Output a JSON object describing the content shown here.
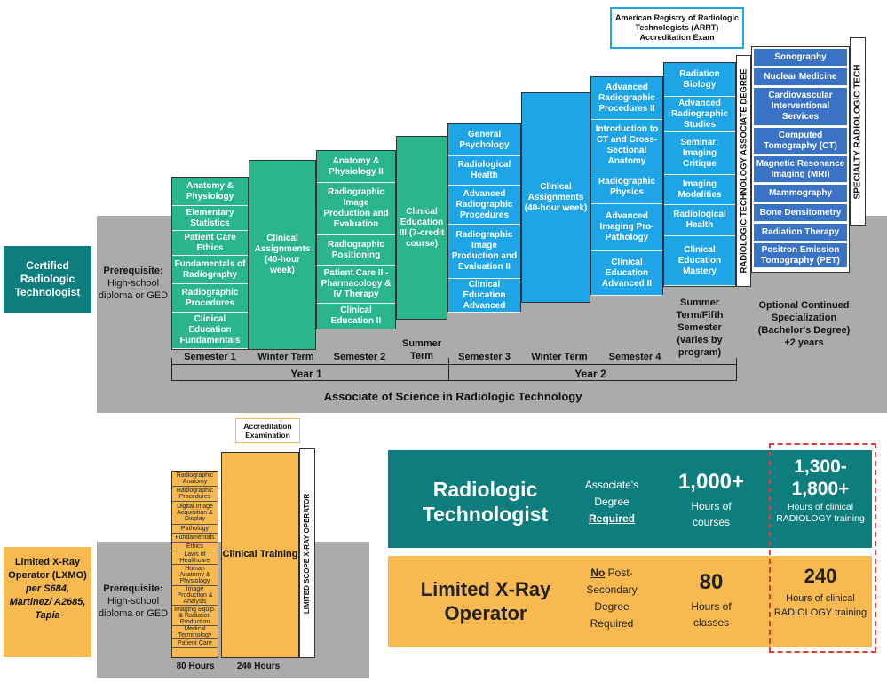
{
  "arrt": "American Registry of Radiologic Technologists (ARRT) Accreditation Exam",
  "crt_label": "Certified Radiologic Technologist",
  "prereq_label": "Prerequisite:",
  "prereq_text": "High-school diploma or GED",
  "sem1": [
    "Anatomy & Physiology",
    "Elementary Statistics",
    "Patient Care Ethics",
    "Fundamentals of Radiography",
    "Radiographic Procedures",
    "Clinical Education Fundamentals"
  ],
  "winter1": "Clinical Assignments (40-hour week)",
  "sem2": [
    "Anatomy & Physiology II",
    "Radiographic Image Production and Evaluation",
    "Radiographic Positioning",
    "Patient Care II - Pharmacology & IV Therapy",
    "Clinical Education II"
  ],
  "summer1": "Clinical Education III (7-credit course)",
  "sem3": [
    "General Psychology",
    "Radiological Health",
    "Advanced Radiographic Procedures",
    "Radiographic Image Production and Evaluation II",
    "Clinical Education Advanced"
  ],
  "winter2": "Clinical Assignments (40-hour week)",
  "sem4": [
    "Advanced Radiographic Procedures II",
    "Introduction to CT and Cross-Sectional Anatomy",
    "Radiographic Physics",
    "Advanced Imaging Pro-Pathology",
    "Clinical Education Advanced II"
  ],
  "summer2": [
    "Radiation Biology",
    "Advanced Radiographic Studies",
    "Seminar: Imaging Critique",
    "Imaging Modalities",
    "Radiological Health",
    "Clinical Education Mastery"
  ],
  "assoc_spine": "RADIOLOGIC TECHNOLOGY ASSOCIATE DEGREE",
  "special": [
    "Sonography",
    "Nuclear Medicine",
    "Cardiovascular Interventional Services",
    "Computed Tomography (CT)",
    "Magnetic Resonance Imaging (MRI)",
    "Mammography",
    "Bone Densitometry",
    "Radiation Therapy",
    "Positron Emission Tomography (PET)"
  ],
  "special_spine": "SPECIALTY RADIOLOGIC TECH",
  "terms": {
    "s1": "Semester 1",
    "w1": "Winter Term",
    "s2": "Semester 2",
    "su1": "Summer Term",
    "s3": "Semester 3",
    "w2": "Winter Term",
    "s4": "Semester 4",
    "su2": "Summer Term/Fifth Semester (varies by program)"
  },
  "year1": "Year 1",
  "year2": "Year 2",
  "assoc_label": "Associate of Science in Radiologic Technology",
  "optional": "Optional Continued Specialization (Bachelor's Degree) +2 years",
  "accred": "Accreditation Examination",
  "lxmo_label": "Limited X-Ray Operator (LXMO)",
  "lxmo_per": "per S684, Martinez/ A2685, Tapia",
  "lxmo_list": [
    "Radiographic Anatomy",
    "Radiographic Procedures",
    "Digital Image Acquisition & Display",
    "Pathology",
    "Fundamentals",
    "Ethics",
    "Laws of Healthcare",
    "Human Anatomy & Physiology",
    "Image Production & Analysis",
    "Imaging Equip. & Radiation Production",
    "Medical Terminology",
    "Patient Care"
  ],
  "clinical_training": "Clinical Training",
  "lxmo_spine": "LIMITED SCOPE X-RAY OPERATOR",
  "hours80": "80 Hours",
  "hours240": "240 Hours",
  "rt": {
    "title": "Radiologic Technologist",
    "deg1": "Associate's Degree",
    "deg2": "Required",
    "hrs": "1,000+",
    "hrs_lbl": "Hours of courses",
    "clin": "1,300-1,800+",
    "clin_lbl": "Hours of clinical RADIOLOGY training"
  },
  "lxo": {
    "title": "Limited X-Ray Operator",
    "deg0": "No",
    "deg1": "Post-Secondary Degree Required",
    "hrs": "80",
    "hrs_lbl": "Hours of classes",
    "clin": "240",
    "clin_lbl": "Hours of clinical RADIOLOGY training"
  },
  "colors": {
    "teal": "#0e7d7d",
    "orange": "#f8b951",
    "green": "#2ab58b",
    "blue": "#1ea5e8",
    "dblue": "#3a73c6",
    "red": "#e03c3c"
  }
}
